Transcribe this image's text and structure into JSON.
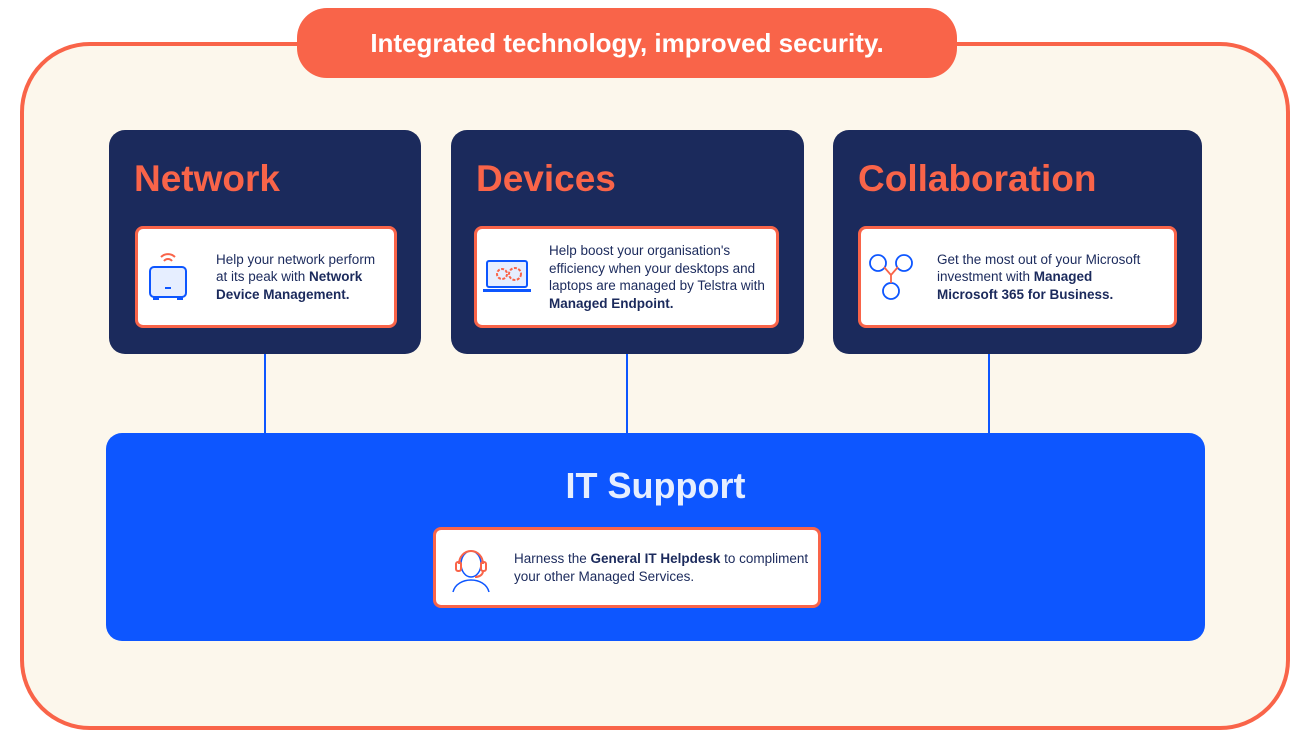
{
  "title": "Integrated technology, improved security.",
  "cards": [
    {
      "heading": "Network",
      "text_pre": "Help your network perform at its peak with ",
      "text_bold": "Network Device Management.",
      "text_post": "",
      "icon": "router-icon"
    },
    {
      "heading": "Devices",
      "text_pre": "Help boost your organisation's efficiency when your desktops and laptops are managed by Telstra with ",
      "text_bold": "Managed Endpoint.",
      "text_post": "",
      "icon": "laptop-gears-icon"
    },
    {
      "heading": "Collaboration",
      "text_pre": "Get the most out of your Microsoft investment with ",
      "text_bold": "Managed Microsoft 365 for Business.",
      "text_post": "",
      "icon": "people-network-icon"
    }
  ],
  "support": {
    "heading": "IT Support",
    "text_pre": "Harness the ",
    "text_bold": "General IT Helpdesk",
    "text_post": " to compliment your other Managed Services.",
    "icon": "headset-agent-icon"
  },
  "colors": {
    "orange": "#F96449",
    "navy": "#1B2A5C",
    "blue": "#0D56FF",
    "cream": "#FCF7EC"
  }
}
